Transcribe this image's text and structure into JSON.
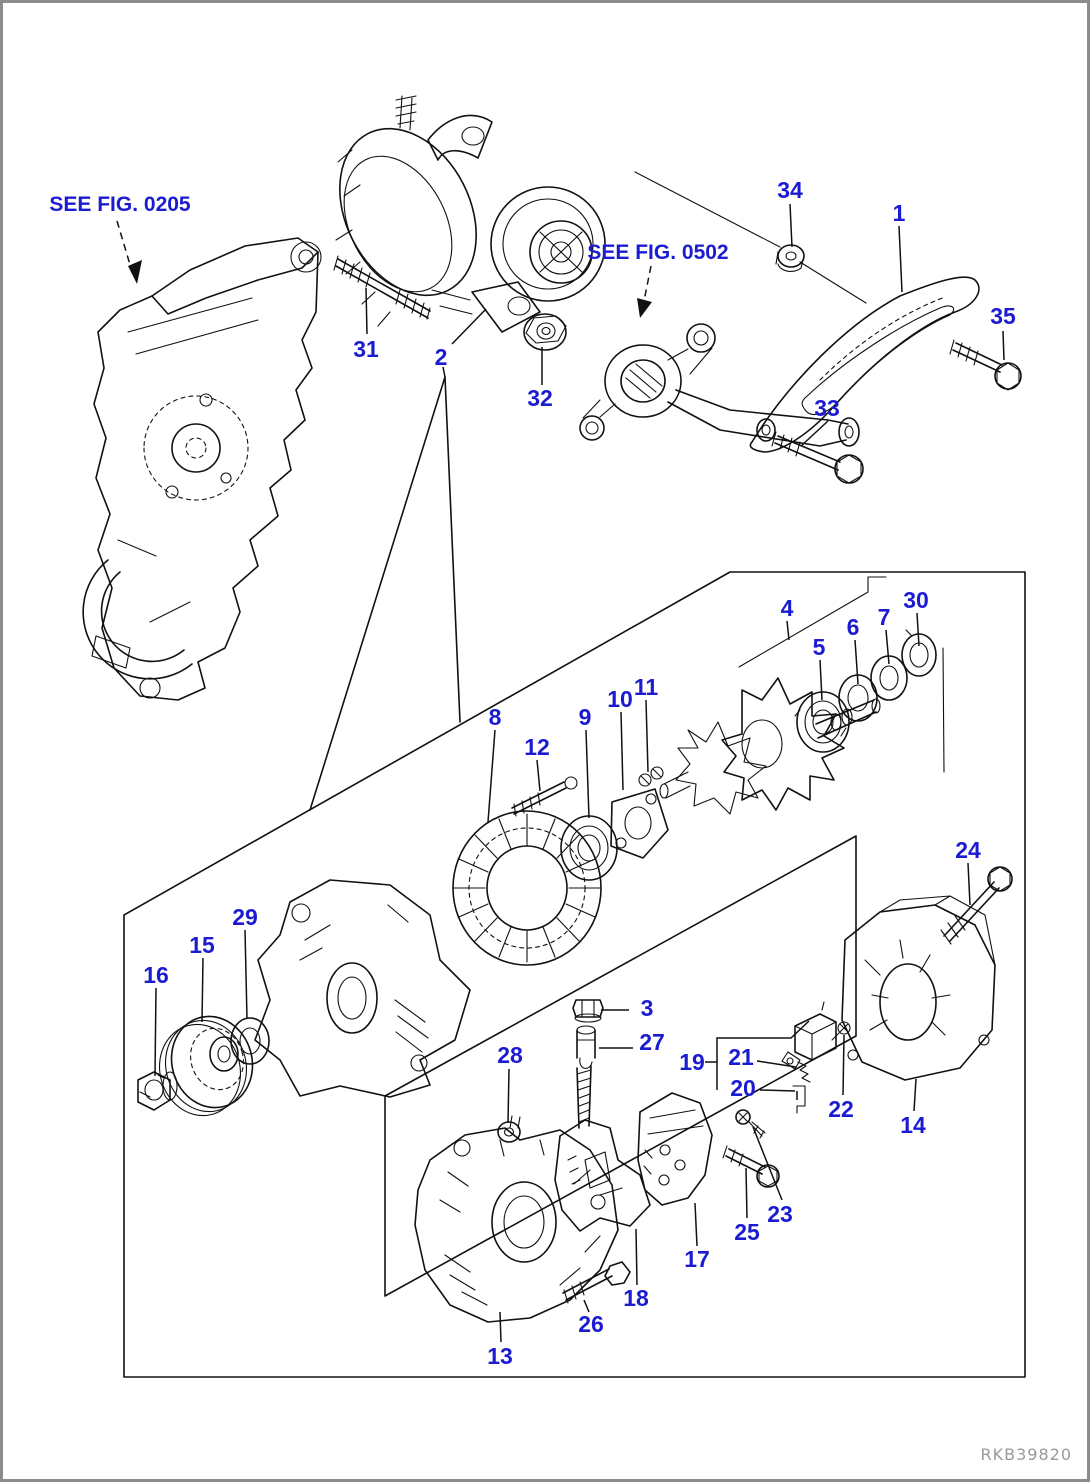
{
  "page": {
    "watermark": "RKB39820",
    "accent_color": "#1b1bd1",
    "line_color": "#111111",
    "border_color": "#8c8c8c",
    "background": "#ffffff"
  },
  "references": {
    "fig0205": {
      "label": "SEE FIG. 0205"
    },
    "fig0502": {
      "label": "SEE FIG. 0502"
    }
  },
  "callouts": [
    {
      "label": "1"
    },
    {
      "label": "2"
    },
    {
      "label": "3"
    },
    {
      "label": "4"
    },
    {
      "label": "5"
    },
    {
      "label": "6"
    },
    {
      "label": "7"
    },
    {
      "label": "8"
    },
    {
      "label": "9"
    },
    {
      "label": "10"
    },
    {
      "label": "11"
    },
    {
      "label": "12"
    },
    {
      "label": "13"
    },
    {
      "label": "14"
    },
    {
      "label": "15"
    },
    {
      "label": "16"
    },
    {
      "label": "17"
    },
    {
      "label": "18"
    },
    {
      "label": "19"
    },
    {
      "label": "20"
    },
    {
      "label": "21"
    },
    {
      "label": "22"
    },
    {
      "label": "23"
    },
    {
      "label": "24"
    },
    {
      "label": "25"
    },
    {
      "label": "26"
    },
    {
      "label": "27"
    },
    {
      "label": "28"
    },
    {
      "label": "29"
    },
    {
      "label": "30"
    },
    {
      "label": "31"
    },
    {
      "label": "32"
    },
    {
      "label": "33"
    },
    {
      "label": "34"
    },
    {
      "label": "35"
    }
  ]
}
